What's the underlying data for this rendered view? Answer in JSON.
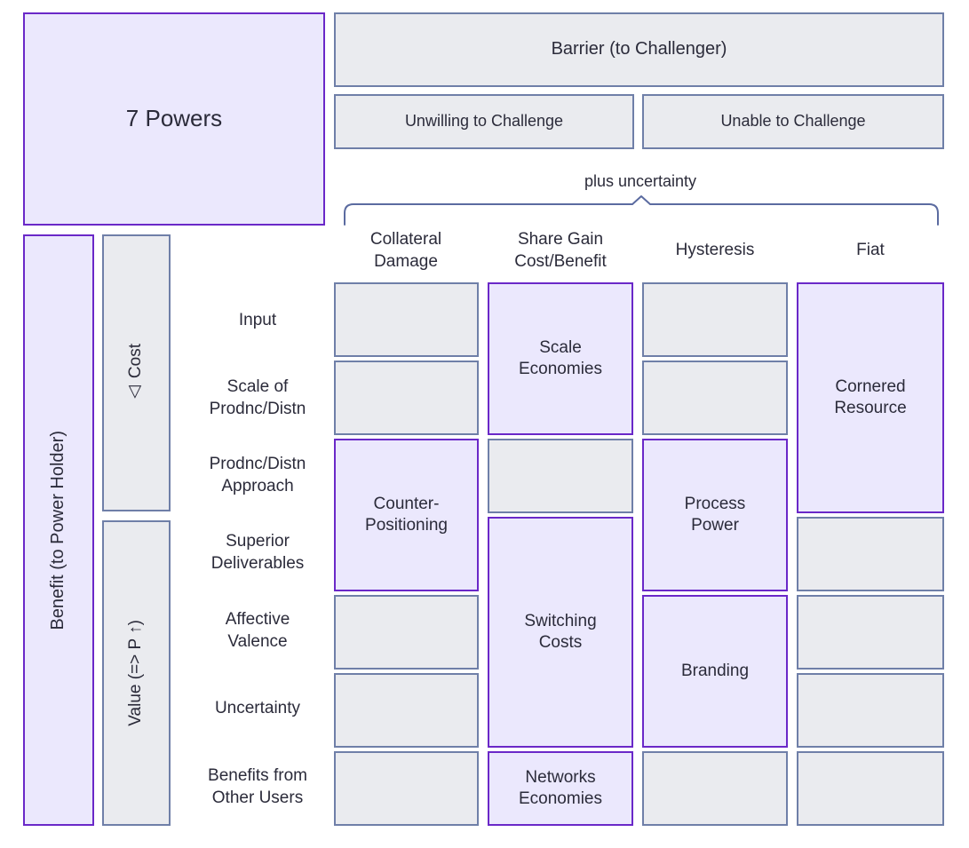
{
  "diagram": {
    "title_box": {
      "label": "7 Powers"
    },
    "top": {
      "barrier": "Barrier (to Challenger)",
      "unwilling": "Unwilling to Challenge",
      "unable": "Unable to Challenge",
      "bracket_note": "plus uncertainty"
    },
    "side": {
      "benefit": "Benefit (to Power Holder)",
      "cost": "△ Cost",
      "value": "Value (=> P ↑)"
    },
    "row_labels": [
      "Input",
      "Scale of\nProdnc/Distn",
      "Prodnc/Distn\nApproach",
      "Superior\nDeliverables",
      "Affective\nValence",
      "Uncertainty",
      "Benefits from\nOther Users"
    ],
    "column_headers": [
      "Collateral\nDamage",
      "Share Gain\nCost/Benefit",
      "Hysteresis",
      "Fiat"
    ],
    "powers": [
      {
        "name": "Scale\nEconomies",
        "column": "Share Gain Cost/Benefit",
        "rows": "Input – Scale of Prodnc/Distn"
      },
      {
        "name": "Cornered\nResource",
        "column": "Fiat",
        "rows": "Input – Prodnc/Distn Approach"
      },
      {
        "name": "Counter-\nPositioning",
        "column": "Collateral Damage",
        "rows": "Prodnc/Distn Approach – Superior Deliverables"
      },
      {
        "name": "Process\nPower",
        "column": "Hysteresis",
        "rows": "Prodnc/Distn Approach – Superior Deliverables"
      },
      {
        "name": "Switching\nCosts",
        "column": "Share Gain Cost/Benefit",
        "rows": "Superior Deliverables – Uncertainty"
      },
      {
        "name": "Branding",
        "column": "Hysteresis",
        "rows": "Affective Valence – Uncertainty"
      },
      {
        "name": "Networks\nEconomies",
        "column": "Share Gain Cost/Benefit",
        "rows": "Benefits from Other Users"
      }
    ],
    "colors": {
      "purple_border": "#6a28c8",
      "purple_fill": "#ebe8fd",
      "gray_border": "#6f7fa8",
      "gray_fill": "#eaebef",
      "text": "#2b2b3a",
      "background": "#ffffff"
    }
  }
}
